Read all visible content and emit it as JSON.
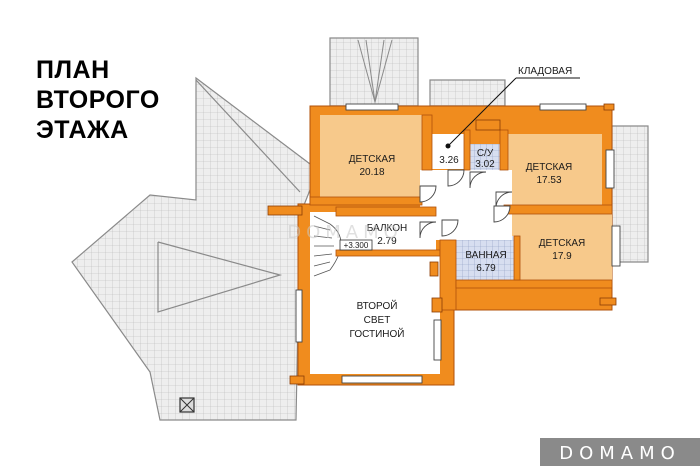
{
  "title_lines": [
    "ПЛАН",
    "ВТОРОГО",
    "ЭТАЖА"
  ],
  "rooms": [
    {
      "id": "detskaya-1",
      "name": "ДЕТСКАЯ",
      "area": "20.18"
    },
    {
      "id": "kladovaya",
      "name": "",
      "area": "3.26"
    },
    {
      "id": "su",
      "name": "С/У",
      "area": "3.02"
    },
    {
      "id": "detskaya-2",
      "name": "ДЕТСКАЯ",
      "area": "17.53"
    },
    {
      "id": "balkon",
      "name": "БАЛКОН",
      "area": "2.79"
    },
    {
      "id": "detskaya-3",
      "name": "ДЕТСКАЯ",
      "area": "17.9"
    },
    {
      "id": "vannaya",
      "name": "ВАННАЯ",
      "area": "6.79"
    },
    {
      "id": "vtoroy-svet",
      "name_lines": [
        "ВТОРОЙ",
        "СВЕТ",
        "ГОСТИНОЙ"
      ]
    }
  ],
  "callout": "КЛАДОВАЯ",
  "level_mark": "+3.300",
  "watermark": "DOMAMO",
  "colors": {
    "wall": "#f08c1e",
    "wall_edge": "#b0500a",
    "room_fill": "#f7c98b",
    "wet_fill": "#ccd6ec",
    "roof_fill": "#ededed",
    "roof_line": "#9a9a9a",
    "watermark_bg": "#8a8a8a"
  }
}
